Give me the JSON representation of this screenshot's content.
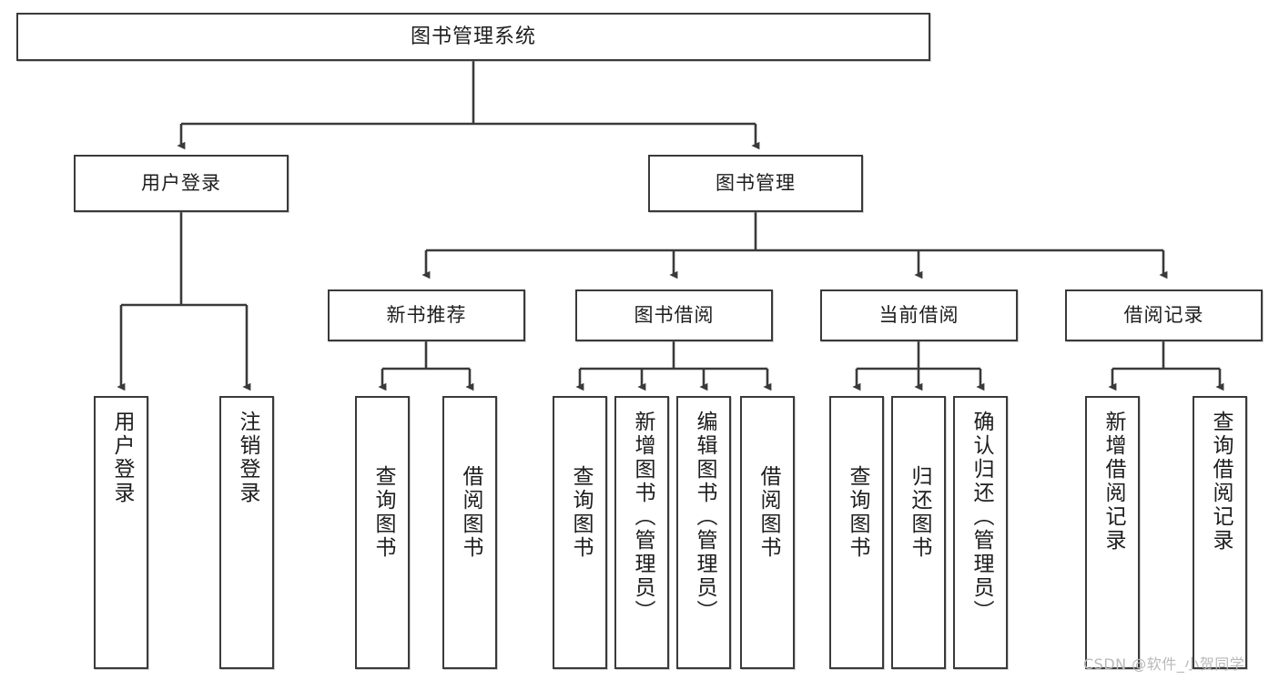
{
  "diagram": {
    "title": "图书管理系统",
    "type": "tree",
    "watermark": "CSDN @软件_小贺同学",
    "colors": {
      "box_border": "#3a3a3a",
      "box_fill": "#ffffff",
      "edge": "#3a3a3a",
      "text": "#1d1d1d",
      "watermark": "#b9b9b9"
    },
    "nodes": {
      "root": {
        "label": "图书管理系统"
      },
      "level2": [
        {
          "id": "user-login",
          "label": "用户登录"
        },
        {
          "id": "book-manage",
          "label": "图书管理"
        }
      ],
      "level3": [
        {
          "id": "new-book-recommend",
          "label": "新书推荐"
        },
        {
          "id": "book-borrow",
          "label": "图书借阅"
        },
        {
          "id": "current-borrow",
          "label": "当前借阅"
        },
        {
          "id": "borrow-record",
          "label": "借阅记录"
        }
      ],
      "leaves": {
        "user_login": [
          {
            "id": "leaf-user-login",
            "label": "用户登录"
          },
          {
            "id": "leaf-logout",
            "label": "注销登录"
          }
        ],
        "new_book_recommend": [
          {
            "id": "leaf-query-book-1",
            "label": "查询图书"
          },
          {
            "id": "leaf-borrow-book-1",
            "label": "借阅图书"
          }
        ],
        "book_borrow": [
          {
            "id": "leaf-query-book-2",
            "label": "查询图书"
          },
          {
            "id": "leaf-add-book",
            "label": "新增图书（管理员）"
          },
          {
            "id": "leaf-edit-book",
            "label": "编辑图书（管理员）"
          },
          {
            "id": "leaf-borrow-book-2",
            "label": "借阅图书"
          }
        ],
        "current_borrow": [
          {
            "id": "leaf-query-book-3",
            "label": "查询图书"
          },
          {
            "id": "leaf-return-book",
            "label": "归还图书"
          },
          {
            "id": "leaf-confirm-return",
            "label": "确认归还（管理员）"
          }
        ],
        "borrow_record": [
          {
            "id": "leaf-add-record",
            "label": "新增借阅记录"
          },
          {
            "id": "leaf-query-record",
            "label": "查询借阅记录"
          }
        ]
      }
    }
  }
}
